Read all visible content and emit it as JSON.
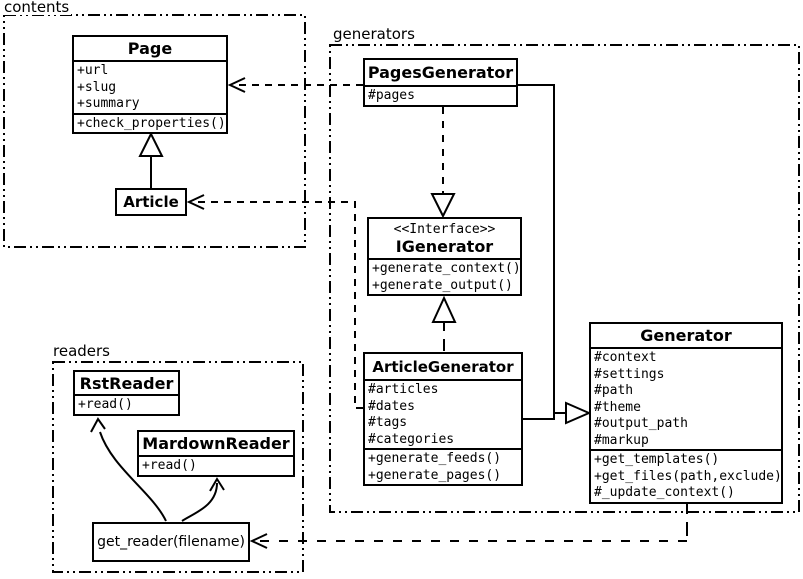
{
  "diagram_title": "UML class diagram",
  "colors": {
    "line": "#000000",
    "background": "#ffffff",
    "box_fill": "#ffffff"
  },
  "packages": {
    "contents": {
      "label": "contents"
    },
    "generators": {
      "label": "generators"
    },
    "readers": {
      "label": "readers"
    }
  },
  "classes": {
    "page": {
      "name": "Page",
      "attrs": [
        "+url",
        "+slug",
        "+summary"
      ],
      "methods": [
        "+check_properties()"
      ]
    },
    "article": {
      "name": "Article"
    },
    "pages_generator": {
      "name": "PagesGenerator",
      "attrs": [
        "#pages"
      ]
    },
    "igenerator": {
      "stereotype": "<<Interface>>",
      "name": "IGenerator",
      "methods": [
        "+generate_context()",
        "+generate_output()"
      ]
    },
    "article_generator": {
      "name": "ArticleGenerator",
      "attrs": [
        "#articles",
        "#dates",
        "#tags",
        "#categories"
      ],
      "methods": [
        "+generate_feeds()",
        "+generate_pages()"
      ]
    },
    "generator": {
      "name": "Generator",
      "attrs": [
        "#context",
        "#settings",
        "#path",
        "#theme",
        "#output_path",
        "#markup"
      ],
      "methods": [
        "+get_templates()",
        "+get_files(path,exclude)",
        "#_update_context()"
      ]
    },
    "rst_reader": {
      "name": "RstReader",
      "methods": [
        "+read()"
      ]
    },
    "mardown_reader": {
      "name": "MardownReader",
      "methods": [
        "+read()"
      ]
    },
    "get_reader": {
      "name": "get_reader(filename)"
    }
  },
  "relationships": [
    {
      "from": "Article",
      "to": "Page",
      "type": "generalization",
      "style": "solid, hollow triangle"
    },
    {
      "from": "PagesGenerator",
      "to": "Page",
      "type": "dependency",
      "style": "dashed, open arrow"
    },
    {
      "from": "ArticleGenerator",
      "to": "Article",
      "type": "dependency",
      "style": "dashed, open arrow"
    },
    {
      "from": "PagesGenerator",
      "to": "IGenerator",
      "type": "realization",
      "style": "dashed, hollow triangle"
    },
    {
      "from": "ArticleGenerator",
      "to": "IGenerator",
      "type": "realization",
      "style": "dashed, hollow triangle"
    },
    {
      "from": "PagesGenerator",
      "to": "Generator",
      "type": "generalization",
      "style": "solid, hollow triangle"
    },
    {
      "from": "ArticleGenerator",
      "to": "Generator",
      "type": "generalization",
      "style": "solid, hollow triangle"
    },
    {
      "from": "Generator",
      "to": "get_reader(filename)",
      "type": "dependency",
      "style": "dashed, open arrow"
    },
    {
      "from": "get_reader(filename)",
      "to": "RstReader",
      "type": "association",
      "style": "curved, open arrow"
    },
    {
      "from": "get_reader(filename)",
      "to": "MardownReader",
      "type": "association",
      "style": "curved, open arrow"
    }
  ]
}
